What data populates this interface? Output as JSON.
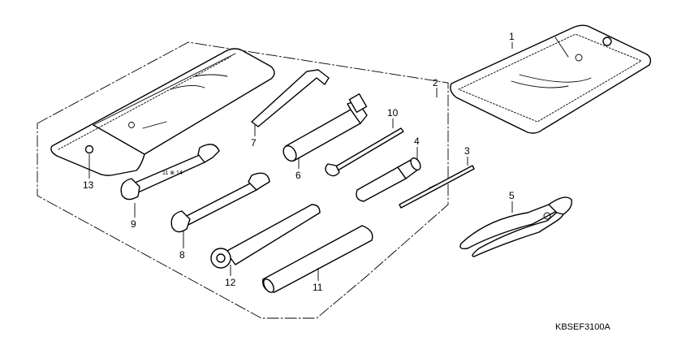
{
  "diagram_code": "KBSEF3100A",
  "callouts": [
    "1",
    "2",
    "3",
    "4",
    "5",
    "6",
    "7",
    "8",
    "9",
    "10",
    "11",
    "12",
    "13"
  ]
}
